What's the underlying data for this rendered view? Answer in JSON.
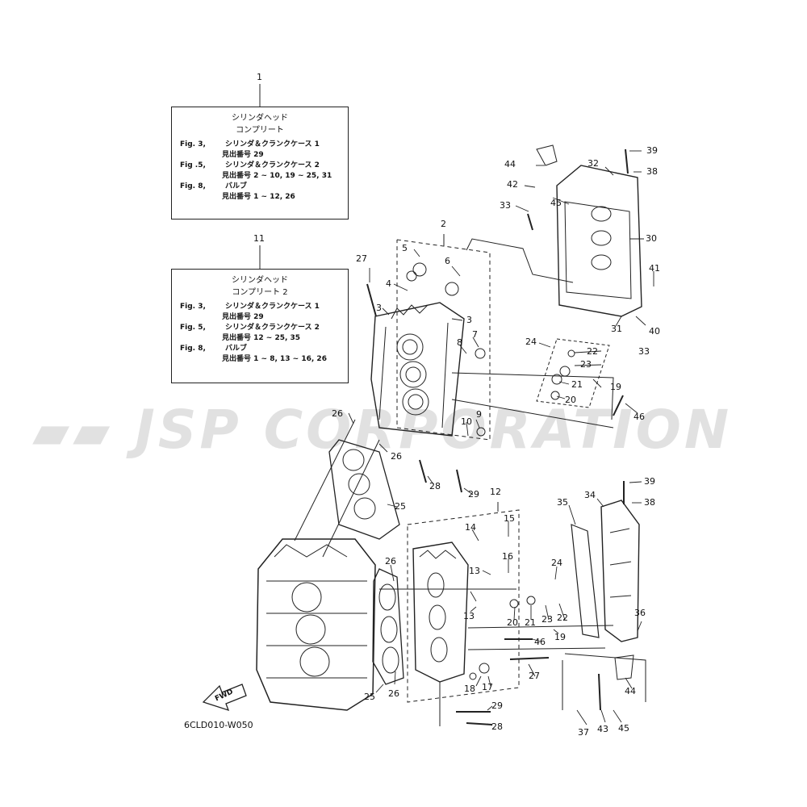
{
  "boxes": [
    {
      "ref": "1",
      "title_lines": [
        "シリンダヘッド",
        "コンプリート"
      ],
      "lines": [
        {
          "head": "Fig. 3,",
          "text": "シリンダ＆クランクケース 1"
        },
        {
          "sub": "見出番号 29"
        },
        {
          "head": "Fig .5,",
          "text": "シリンダ＆クランクケース 2"
        },
        {
          "sub": "見出番号 2 ~ 10, 19 ~ 25, 31"
        },
        {
          "head": "Fig. 8,",
          "text": "バルブ"
        },
        {
          "sub": "見出番号 1 ~ 12, 26"
        }
      ]
    },
    {
      "ref": "11",
      "title_lines": [
        "シリンダヘッド",
        "コンプリート 2"
      ],
      "lines": [
        {
          "head": "Fig. 3,",
          "text": "シリンダ＆クランクケース 1"
        },
        {
          "sub": "見出番号 29"
        },
        {
          "head": "Fig. 5,",
          "text": "シリンダ＆クランクケース 2"
        },
        {
          "sub": "見出番号 12 ~ 25, 35"
        },
        {
          "head": "Fig. 8,",
          "text": "バルブ"
        },
        {
          "sub": "見出番号 1 ~ 8, 13 ~ 16, 26"
        }
      ]
    }
  ],
  "part_numbers": [
    "1",
    "11",
    "2",
    "3",
    "3",
    "4",
    "5",
    "6",
    "7",
    "8",
    "9",
    "10",
    "12",
    "13",
    "13",
    "14",
    "15",
    "16",
    "17",
    "18",
    "19",
    "19",
    "20",
    "20",
    "21",
    "21",
    "22",
    "22",
    "23",
    "23",
    "24",
    "24",
    "25",
    "25",
    "26",
    "26",
    "26",
    "26",
    "27",
    "27",
    "28",
    "28",
    "29",
    "29",
    "30",
    "31",
    "32",
    "33",
    "33",
    "34",
    "35",
    "36",
    "37",
    "38",
    "38",
    "39",
    "39",
    "40",
    "41",
    "42",
    "43",
    "44",
    "44",
    "45",
    "45",
    "46",
    "46"
  ],
  "fwd_label": "FWD",
  "diagram_code": "6CLD010-W050",
  "watermark_text": "JSP CORPORATION",
  "colors": {
    "line": "#222222",
    "watermark": "#c8c8c8",
    "background": "#ffffff"
  }
}
